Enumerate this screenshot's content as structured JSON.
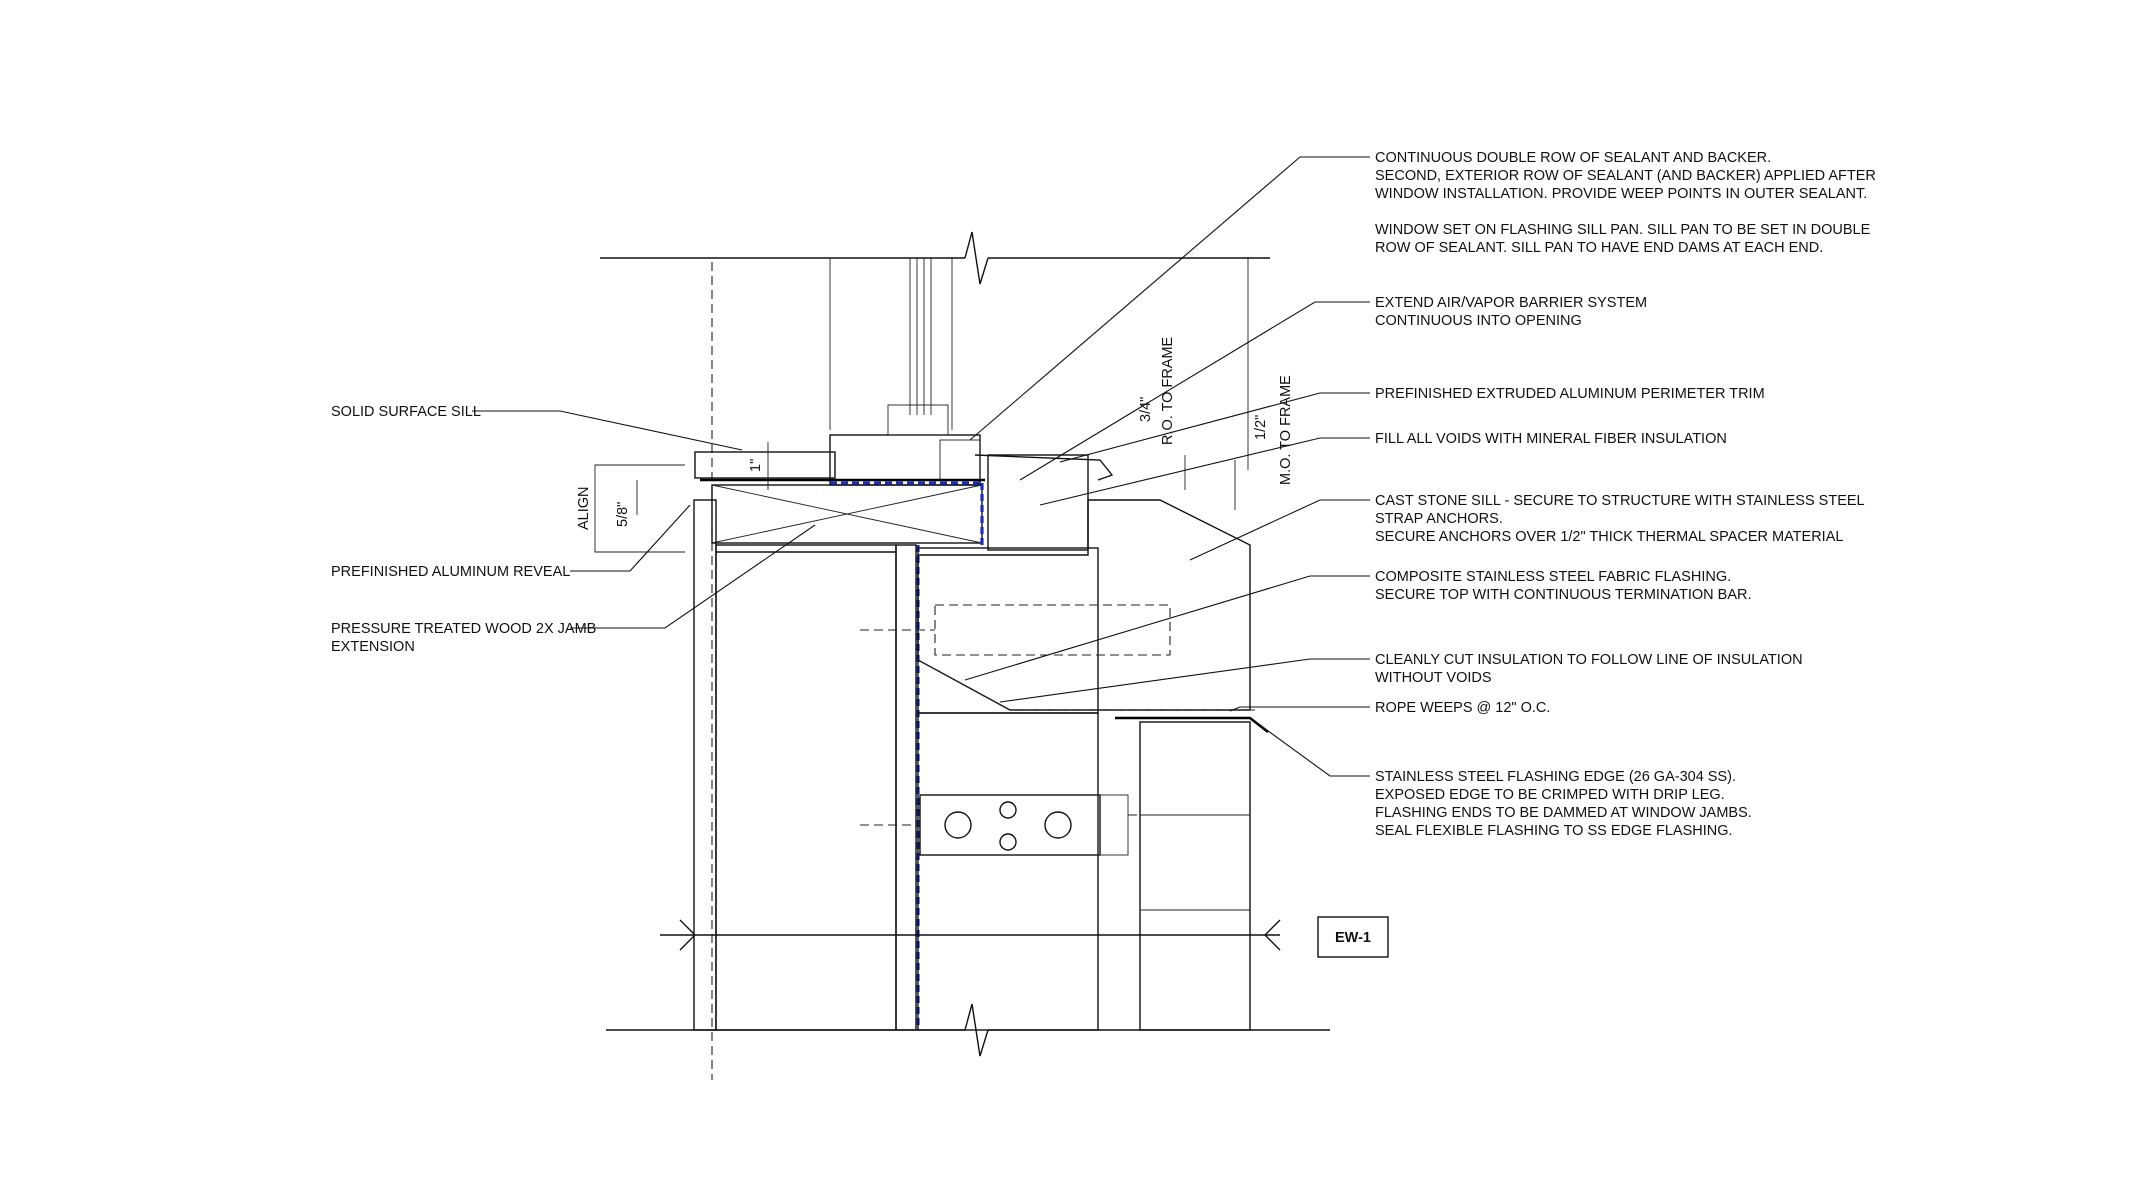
{
  "left_labels": [
    "SOLID SURFACE SILL",
    "PREFINISHED ALUMINUM REVEAL",
    "PRESSURE TREATED WOOD 2X JAMB",
    "EXTENSION"
  ],
  "notes": [
    {
      "lines": [
        "CONTINUOUS DOUBLE ROW OF SEALANT AND BACKER.",
        "SECOND, EXTERIOR ROW OF SEALANT (AND BACKER) APPLIED AFTER",
        "WINDOW INSTALLATION.  PROVIDE WEEP POINTS IN OUTER SEALANT.",
        "",
        "WINDOW SET ON FLASHING SILL PAN.  SILL PAN TO BE SET IN DOUBLE",
        "ROW OF SEALANT. SILL PAN TO HAVE END DAMS AT EACH END."
      ]
    },
    {
      "lines": [
        "EXTEND AIR/VAPOR BARRIER SYSTEM",
        "CONTINUOUS INTO OPENING"
      ]
    },
    {
      "lines": [
        "PREFINISHED EXTRUDED ALUMINUM PERIMETER TRIM"
      ]
    },
    {
      "lines": [
        "FILL ALL VOIDS WITH MINERAL FIBER INSULATION"
      ]
    },
    {
      "lines": [
        "CAST STONE SILL - SECURE TO STRUCTURE WITH STAINLESS STEEL",
        "STRAP ANCHORS.",
        "SECURE ANCHORS OVER 1/2\" THICK THERMAL SPACER MATERIAL"
      ]
    },
    {
      "lines": [
        "COMPOSITE STAINLESS STEEL FABRIC FLASHING.",
        "SECURE TOP WITH CONTINUOUS TERMINATION BAR."
      ]
    },
    {
      "lines": [
        "CLEANLY CUT INSULATION TO FOLLOW LINE OF INSULATION",
        "WITHOUT VOIDS"
      ]
    },
    {
      "lines": [
        "ROPE WEEPS @ 12\" O.C."
      ]
    },
    {
      "lines": [
        "STAINLESS STEEL FLASHING EDGE (26 GA-304 SS).",
        "EXPOSED EDGE TO BE CRIMPED WITH DRIP LEG.",
        "FLASHING ENDS TO BE DAMMED AT WINDOW JAMBS.",
        "SEAL FLEXIBLE FLASHING TO SS EDGE FLASHING."
      ]
    }
  ],
  "dimensions": {
    "one_inch": "1\"",
    "five_eighths": "5/8\"",
    "align": "ALIGN",
    "ro_fraction": "3/4\"",
    "ro_text": "R.O. TO FRAME",
    "mo_fraction": "1/2\"",
    "mo_text": "M.O. TO FRAME"
  },
  "section_tag": "EW-1"
}
